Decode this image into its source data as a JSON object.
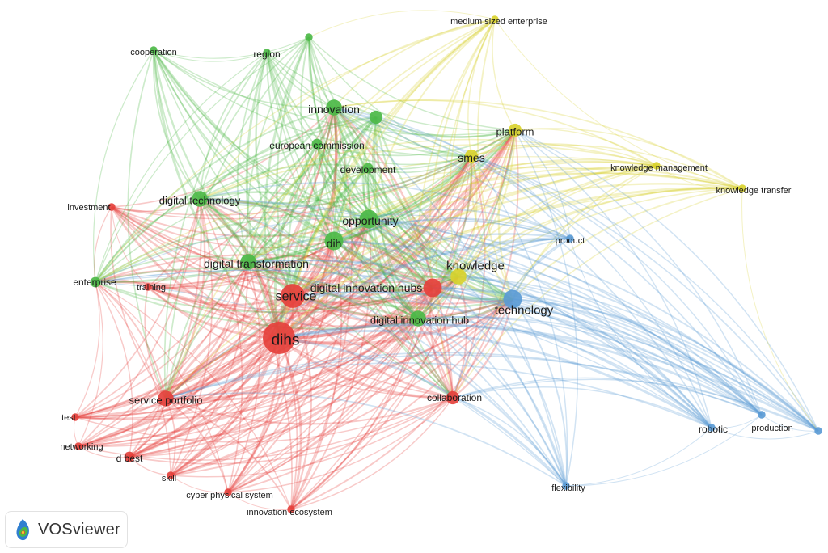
{
  "brand": {
    "name": "VOSviewer"
  },
  "colors": {
    "red": "#e5413c",
    "green": "#4cb846",
    "blue": "#5b9bd5",
    "yellow": "#d9d22e"
  },
  "nodes": [
    {
      "id": "dihs",
      "label": "dihs",
      "cluster": "red",
      "weight": 10
    },
    {
      "id": "service",
      "label": "service",
      "cluster": "red",
      "weight": 7
    },
    {
      "id": "digital-innovation-hubs",
      "label": "digital innovation hubs",
      "cluster": "red",
      "weight": 5
    },
    {
      "id": "service-portfolio",
      "label": "service portfolio",
      "cluster": "red",
      "weight": 4
    },
    {
      "id": "collaboration",
      "label": "collaboration",
      "cluster": "red",
      "weight": 3
    },
    {
      "id": "investment",
      "label": "investment",
      "cluster": "red",
      "weight": 1
    },
    {
      "id": "training",
      "label": "training",
      "cluster": "red",
      "weight": 1
    },
    {
      "id": "test",
      "label": "test",
      "cluster": "red",
      "weight": 1
    },
    {
      "id": "networking",
      "label": "networking",
      "cluster": "red",
      "weight": 1
    },
    {
      "id": "d-best",
      "label": "d best",
      "cluster": "red",
      "weight": 2
    },
    {
      "id": "skill",
      "label": "skill",
      "cluster": "red",
      "weight": 1
    },
    {
      "id": "cyber-physical-system",
      "label": "cyber physical system",
      "cluster": "red",
      "weight": 1
    },
    {
      "id": "innovation-ecosystem",
      "label": "innovation ecosystem",
      "cluster": "red",
      "weight": 1
    },
    {
      "id": "dih",
      "label": "dih",
      "cluster": "green",
      "weight": 5
    },
    {
      "id": "opportunity",
      "label": "opportunity",
      "cluster": "green",
      "weight": 5
    },
    {
      "id": "digital-transformation",
      "label": "digital transformation",
      "cluster": "green",
      "weight": 4
    },
    {
      "id": "digital-technology",
      "label": "digital technology",
      "cluster": "green",
      "weight": 4
    },
    {
      "id": "innovation",
      "label": "innovation",
      "cluster": "green",
      "weight": 4
    },
    {
      "id": "european-commission",
      "label": "european commission",
      "cluster": "green",
      "weight": 2
    },
    {
      "id": "development",
      "label": "development",
      "cluster": "green",
      "weight": 2
    },
    {
      "id": "digital-innovation-hub",
      "label": "digital innovation hub",
      "cluster": "green",
      "weight": 4
    },
    {
      "id": "enterprise",
      "label": "enterprise",
      "cluster": "green",
      "weight": 2
    },
    {
      "id": "region",
      "label": "region",
      "cluster": "green",
      "weight": 1
    },
    {
      "id": "cooperation",
      "label": "cooperation",
      "cluster": "green",
      "weight": 1
    },
    {
      "id": "green-top",
      "label": "",
      "cluster": "green",
      "weight": 1
    },
    {
      "id": "green-mid",
      "label": "",
      "cluster": "green",
      "weight": 3
    },
    {
      "id": "knowledge",
      "label": "knowledge",
      "cluster": "yellow",
      "weight": 4
    },
    {
      "id": "smes",
      "label": "smes",
      "cluster": "yellow",
      "weight": 3
    },
    {
      "id": "platform",
      "label": "platform",
      "cluster": "yellow",
      "weight": 3
    },
    {
      "id": "medium-sized-enterprise",
      "label": "medium sized enterprise",
      "cluster": "yellow",
      "weight": 1
    },
    {
      "id": "knowledge-management",
      "label": "knowledge management",
      "cluster": "yellow",
      "weight": 1
    },
    {
      "id": "knowledge-transfer",
      "label": "knowledge transfer",
      "cluster": "yellow",
      "weight": 1
    },
    {
      "id": "technology",
      "label": "technology",
      "cluster": "blue",
      "weight": 5
    },
    {
      "id": "product",
      "label": "product",
      "cluster": "blue",
      "weight": 1
    },
    {
      "id": "robotic",
      "label": "robotic",
      "cluster": "blue",
      "weight": 1
    },
    {
      "id": "production",
      "label": "production",
      "cluster": "blue",
      "weight": 1
    },
    {
      "id": "flexibility",
      "label": "flexibility",
      "cluster": "blue",
      "weight": 1
    },
    {
      "id": "blue-edge",
      "label": "",
      "cluster": "blue",
      "weight": 1
    }
  ]
}
